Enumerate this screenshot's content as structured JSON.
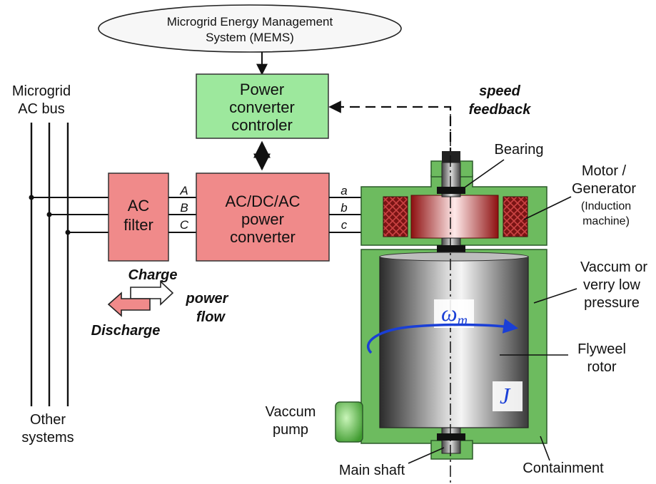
{
  "mems": {
    "line1": "Microgrid Energy Management",
    "line2": "System (MEMS)"
  },
  "controller": {
    "line1": "Power",
    "line2": "converter",
    "line3": "controler"
  },
  "speed_feedback": {
    "line1": "speed",
    "line2": "feedback"
  },
  "ac_bus": {
    "line1": "Microgrid",
    "line2": "AC bus"
  },
  "filter": {
    "line1": "AC",
    "line2": "filter"
  },
  "converter": {
    "line1": "AC/DC/AC",
    "line2": "power",
    "line3": "converter"
  },
  "phases_upper": [
    "A",
    "B",
    "C"
  ],
  "phases_lower": [
    "a",
    "b",
    "c"
  ],
  "power_flow": {
    "charge": "Charge",
    "discharge": "Discharge",
    "line1": "power",
    "line2": "flow"
  },
  "other_systems": {
    "line1": "Other",
    "line2": "systems"
  },
  "bearing": "Bearing",
  "motor": {
    "line1": "Motor /",
    "line2": "Generator",
    "line3": "(Induction",
    "line4": "machine)"
  },
  "vacuum": {
    "line1": "Vaccum or",
    "line2": "verry low",
    "line3": "pressure"
  },
  "rotor": {
    "line1": "Flyweel",
    "line2": "rotor"
  },
  "vacuum_pump": {
    "line1": "Vaccum",
    "line2": "pump"
  },
  "main_shaft": "Main shaft",
  "containment": "Containment",
  "symbols": {
    "omega": "ω",
    "omega_sub": "m",
    "inertia": "J"
  },
  "colors": {
    "green_box": "#9de89d",
    "pink_box": "#f08a8a",
    "containment": "#6dbb5f",
    "rotation": "#1a3fd6",
    "coil": "#8b1a1a"
  }
}
